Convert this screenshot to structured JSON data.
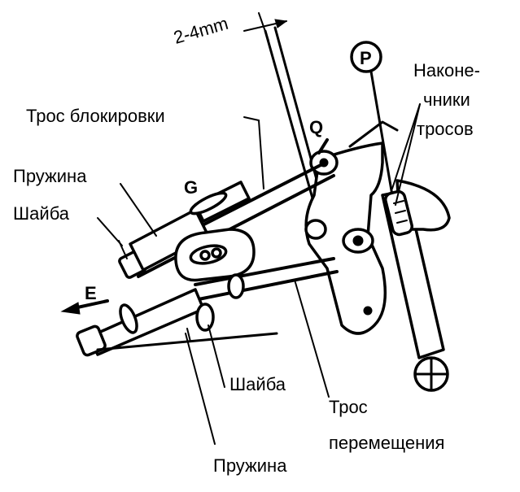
{
  "labels": {
    "dimension": "2-4mm",
    "lock_cable": "Трос блокировки",
    "spring_upper": "Пружина",
    "washer_upper": "Шайба",
    "cable_ends_line1": "Наконе-",
    "cable_ends_line2": "чники",
    "cable_ends_line3": "тросов",
    "washer_lower": "Шайба",
    "shift_cable_line1": "Трос",
    "shift_cable_line2": "перемещения",
    "spring_lower": "Пружина"
  },
  "letters": {
    "p": "P",
    "q": "Q",
    "g": "G",
    "e": "E"
  },
  "colors": {
    "ink": "#000000",
    "paper": "#ffffff"
  }
}
